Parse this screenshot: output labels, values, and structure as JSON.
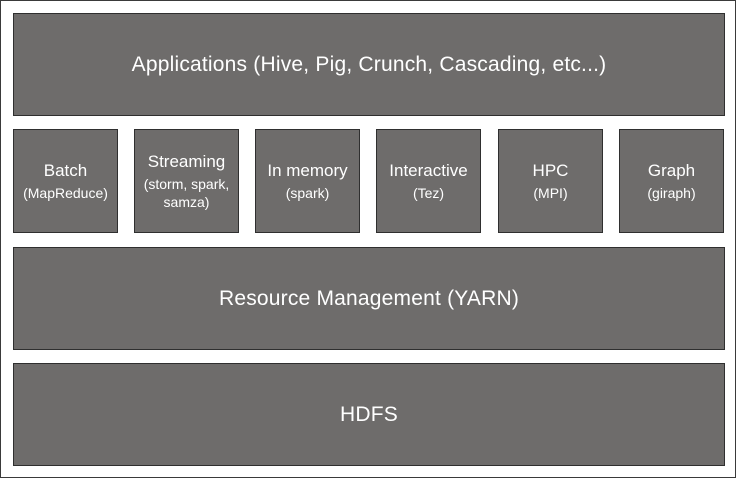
{
  "layers": {
    "applications": "Applications (Hive, Pig, Crunch, Cascading, etc...)",
    "resource_management": "Resource Management (YARN)",
    "storage": "HDFS"
  },
  "engines": [
    {
      "title": "Batch",
      "subtitle": "(MapReduce)"
    },
    {
      "title": "Streaming",
      "subtitle": "(storm, spark,\nsamza)"
    },
    {
      "title": "In memory",
      "subtitle": "(spark)"
    },
    {
      "title": "Interactive",
      "subtitle": "(Tez)"
    },
    {
      "title": "HPC",
      "subtitle": "(MPI)"
    },
    {
      "title": "Graph",
      "subtitle": "(giraph)"
    }
  ],
  "colors": {
    "block_fill": "#6e6c6b",
    "block_border": "#2f2f2f",
    "text": "#ffffff",
    "background": "#ffffff"
  }
}
